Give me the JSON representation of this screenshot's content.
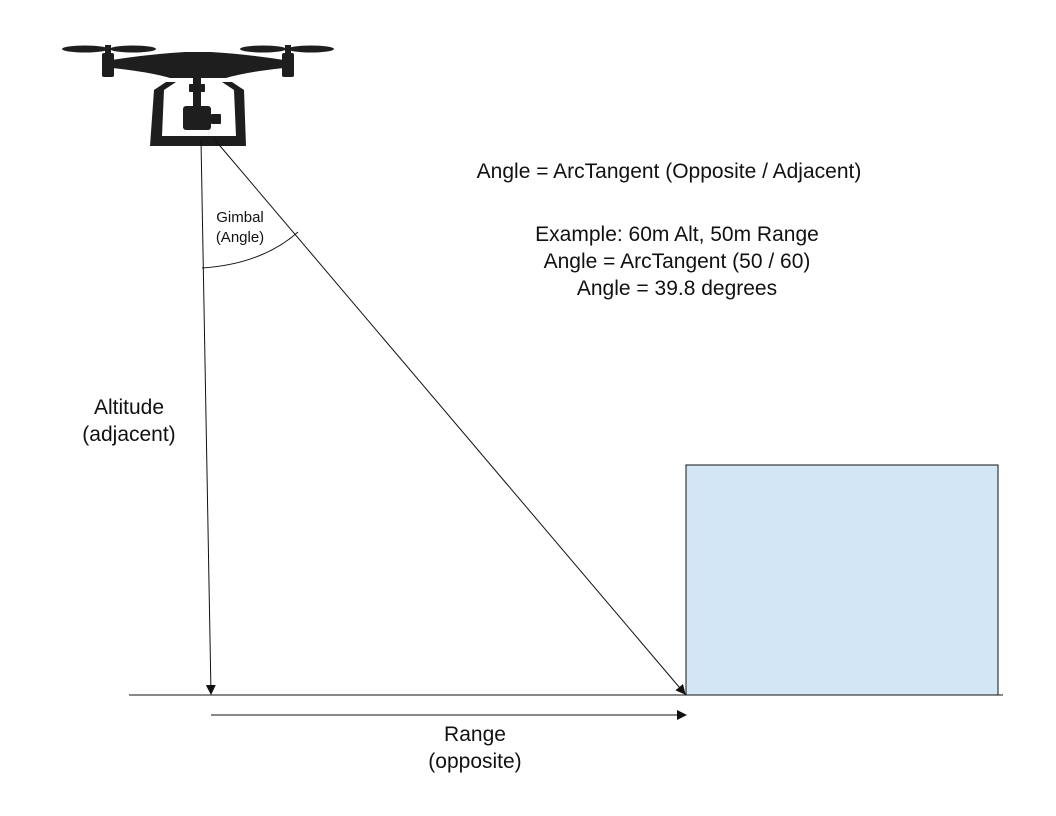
{
  "labels": {
    "formula": "Angle = ArcTangent (Opposite / Adjacent)",
    "example_line1": "Example: 60m Alt, 50m Range",
    "example_line2": "Angle = ArcTangent (50 / 60)",
    "example_line3": "Angle = 39.8 degrees",
    "gimbal_line1": "Gimbal",
    "gimbal_line2": "(Angle)",
    "altitude_line1": "Altitude",
    "altitude_line2": "(adjacent)",
    "range_line1": "Range",
    "range_line2": "(opposite)"
  },
  "colors": {
    "line": "#111111",
    "drone": "#1e1e1e",
    "box_fill": "#d3e6f5",
    "box_stroke": "#111111"
  },
  "icons": {
    "drone": "quadcopter-drone-icon",
    "camera": "gimbal-camera-icon"
  }
}
